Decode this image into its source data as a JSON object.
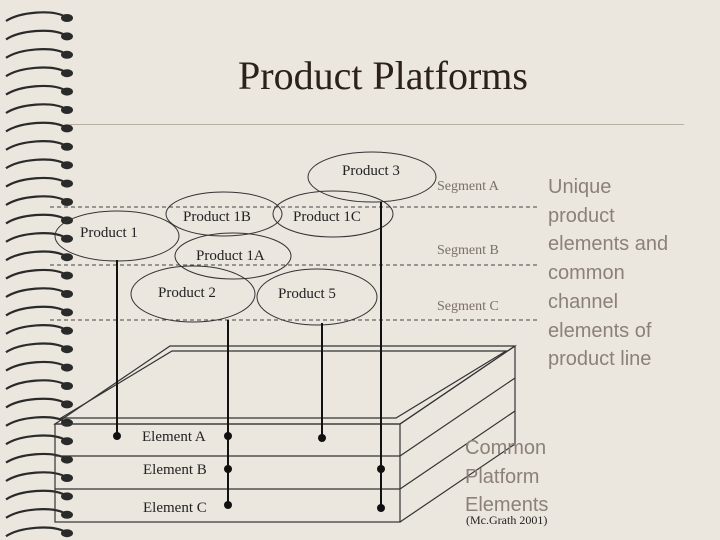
{
  "title": "Product Platforms",
  "products": {
    "p3": "Product 3",
    "p1b": "Product 1B",
    "p1c": "Product 1C",
    "p1": "Product 1",
    "p1a": "Product 1A",
    "p2": "Product 2",
    "p5": "Product 5"
  },
  "segments": {
    "a": "Segment A",
    "b": "Segment B",
    "c": "Segment C"
  },
  "elements": {
    "a": "Element A",
    "b": "Element B",
    "c": "Element C"
  },
  "side_note": {
    "lines": [
      "Unique",
      "product",
      "elements and",
      "common",
      "channel",
      "elements of",
      "product line"
    ]
  },
  "platform_note": {
    "lines": [
      "Common",
      "Platform",
      "Elements"
    ]
  },
  "citation": "(Mc.Grath 2001)",
  "colors": {
    "background": "#ebe6de",
    "note_text": "#8c8178",
    "title_text": "#2b211a"
  }
}
